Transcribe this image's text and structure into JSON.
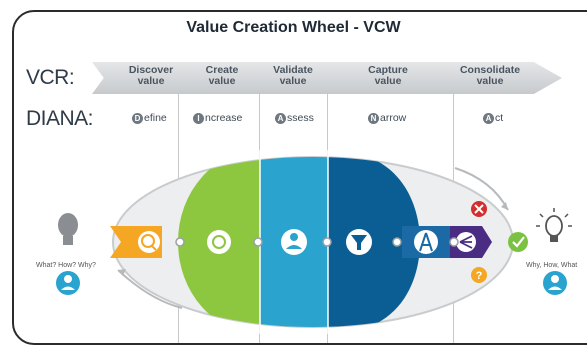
{
  "title": "Value Creation Wheel - VCW",
  "vcr": {
    "label": "VCR:",
    "stages": [
      {
        "line1": "Discover",
        "line2": "value"
      },
      {
        "line1": "Create",
        "line2": "value"
      },
      {
        "line1": "Validate",
        "line2": "value"
      },
      {
        "line1": "Capture",
        "line2": "value"
      },
      {
        "line1": "Consolidate",
        "line2": "value"
      }
    ]
  },
  "diana": {
    "label": "DIANA:",
    "steps": [
      {
        "letter": "D",
        "rest": "efine"
      },
      {
        "letter": "I",
        "rest": "ncrease"
      },
      {
        "letter": "A",
        "rest": "ssess"
      },
      {
        "letter": "N",
        "rest": "arrow"
      },
      {
        "letter": "A",
        "rest": "ct"
      }
    ]
  },
  "left_caption": "What? How? Why?",
  "right_caption": "Why, How, What",
  "colors": {
    "orange": "#f5a623",
    "green": "#8dc63f",
    "teal": "#2aa3cf",
    "blue": "#0a5e93",
    "dark_blue": "#1b6aa5",
    "purple": "#4b2c83",
    "red": "#d32f2f",
    "check_green": "#7cc242"
  },
  "icons": [
    "lightbulb-icon",
    "people-icon",
    "search-icon",
    "ideas-icon",
    "group-icon",
    "filter-icon",
    "compass-icon",
    "network-icon",
    "cross-icon",
    "question-icon",
    "check-icon",
    "lightbulb-glow-icon"
  ]
}
